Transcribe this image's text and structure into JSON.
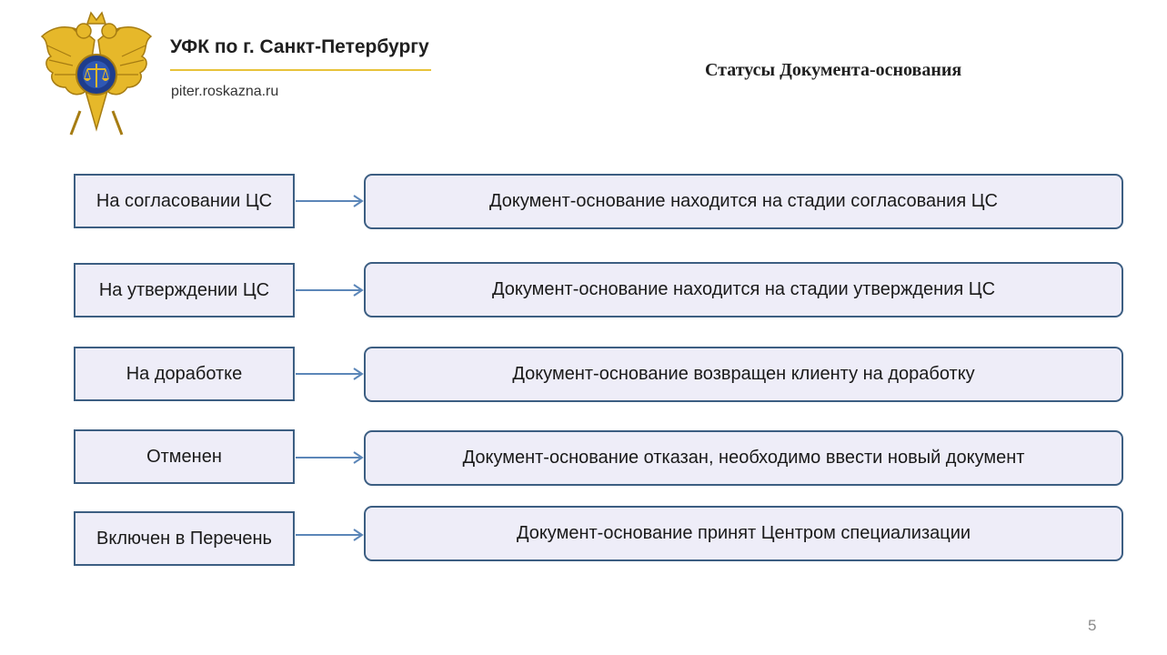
{
  "header": {
    "org_title": "УФК по г. Санкт-Петербургу",
    "org_site": "piter.roskazna.ru",
    "slide_title": "Статусы Документа-основания",
    "logo_icon": "double-headed-eagle-emblem-icon"
  },
  "rows": [
    {
      "status": "На согласовании ЦС",
      "description": "Документ-основание находится на стадии согласования ЦС"
    },
    {
      "status": "На утверждении ЦС",
      "description": "Документ-основание находится на стадии утверждения ЦС"
    },
    {
      "status": "На доработке",
      "description": "Документ-основание возвращен клиенту на доработку"
    },
    {
      "status": "Отменен",
      "description": "Документ-основание отказан, необходимо ввести новый документ"
    },
    {
      "status": "Включен в Перечень",
      "description": "Документ-основание принят Центром специализации"
    }
  ],
  "footer": {
    "page_number": "5"
  },
  "colors": {
    "box_border": "#3c5e82",
    "box_fill": "#eeedf8",
    "arrow": "#5b86b8",
    "accent_line": "#e8c33a"
  }
}
